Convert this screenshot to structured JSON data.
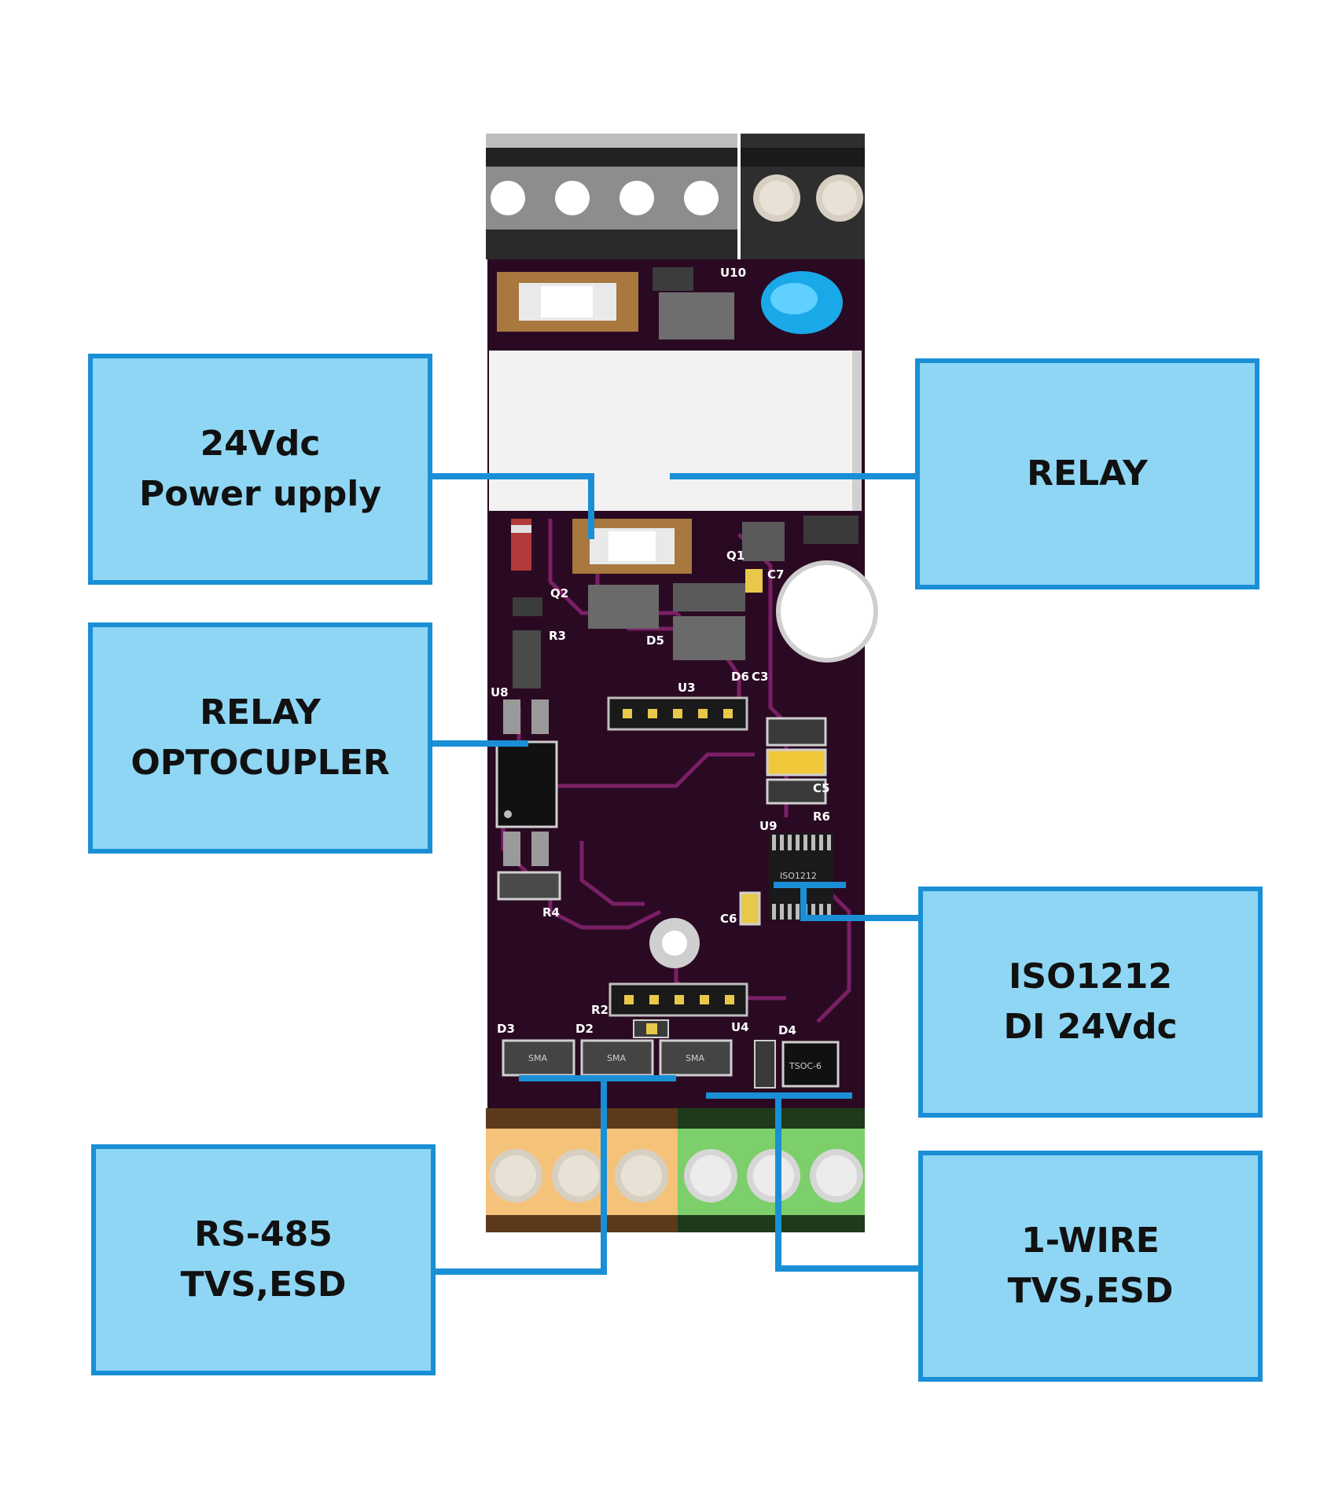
{
  "callouts": {
    "power": {
      "line1": "24Vdc",
      "line2": "Power upply"
    },
    "relay": {
      "line1": "RELAY"
    },
    "optocoupler": {
      "line1": "RELAY",
      "line2": "OPTOCUPLER"
    },
    "iso": {
      "line1": "ISO1212",
      "line2": "DI 24Vdc"
    },
    "rs485": {
      "line1": "RS-485",
      "line2": "TVS,ESD"
    },
    "onewire": {
      "line1": "1-WIRE",
      "line2": "TVS,ESD"
    }
  },
  "pcb": {
    "refs": {
      "u10": "U10",
      "q2": "Q2",
      "r3": "R3",
      "q1": "Q1",
      "c7": "C7",
      "d5": "D5",
      "d6": "D6",
      "c3": "C3",
      "u8": "U8",
      "u3": "U3",
      "c5": "C5",
      "r6": "R6",
      "u9": "U9",
      "c6": "C6",
      "r4": "R4",
      "r2": "R2",
      "u4": "U4",
      "d3": "D3",
      "d2": "D2",
      "d4": "D4"
    },
    "chip_marks": {
      "sma1": "SMA",
      "sma2": "SMA",
      "sma3": "SMA",
      "tsoc": "TSOC-6",
      "iso_chip": "ISO1212"
    }
  },
  "colors": {
    "callout_fill": "#8fd6f4",
    "callout_border": "#1a8fd6",
    "leader": "#1a8fd6",
    "pcb": "#2a0a22",
    "trace": "#7a1f66",
    "terminal_orange": "#f5c27a",
    "terminal_green": "#7ccf6a"
  }
}
